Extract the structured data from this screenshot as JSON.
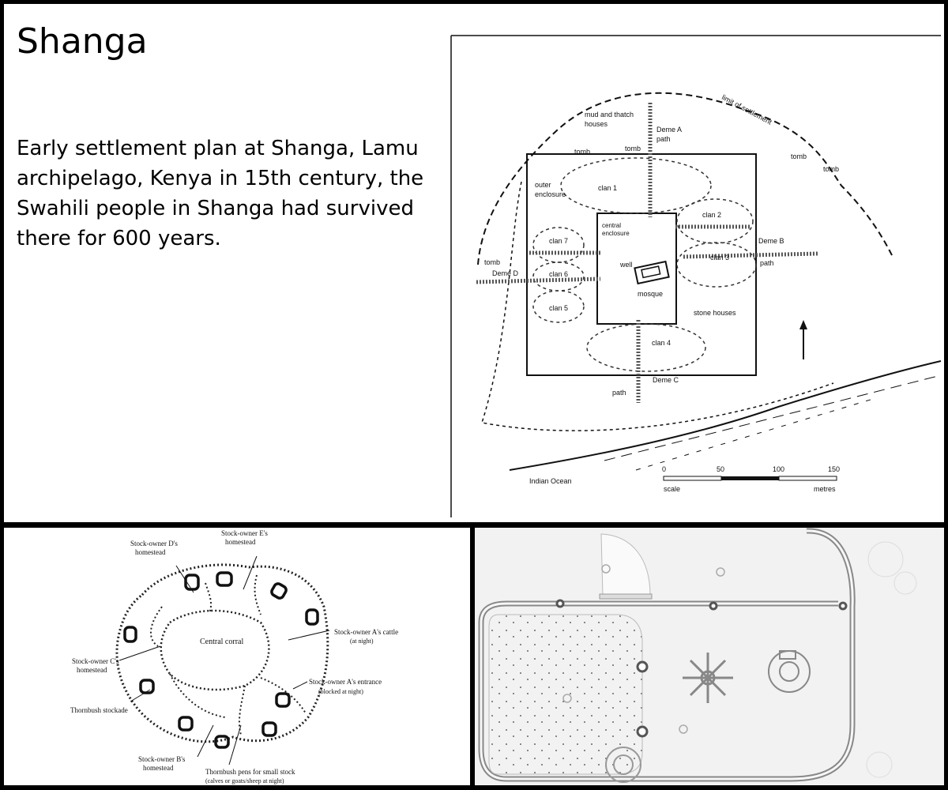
{
  "slide": {
    "title": "Shanga",
    "caption": "Early settlement plan at Shanga, Lamu archipelago, Kenya in 15th century, the Swahili people in Shanga had survived there for 600 years."
  },
  "plan": {
    "labels": {
      "limit": "limit of settlement",
      "mud_houses_1": "mud and thatch",
      "mud_houses_2": "houses",
      "deme_a_1": "Deme A",
      "deme_a_2": "path",
      "tomb_1": "tomb",
      "tomb_2": "tomb",
      "tomb_3": "tomb",
      "tomb_4": "tomb",
      "tomb_5": "tomb",
      "outer_1": "outer",
      "outer_2": "enclosure",
      "clan1": "clan 1",
      "clan2": "clan 2",
      "clan3": "clan 3",
      "clan4": "clan 4",
      "clan5": "clan 5",
      "clan6": "clan 6",
      "clan7": "clan 7",
      "central_1": "central",
      "central_2": "enclosure",
      "well": "well",
      "mosque": "mosque",
      "deme_b": "Deme B",
      "path_b": "path",
      "deme_d": "Deme D",
      "stone_houses": "stone houses",
      "deme_c": "Deme C",
      "path_c": "path",
      "ocean": "Indian Ocean",
      "scale_word": "scale",
      "metres": "metres"
    },
    "scale_ticks": [
      "0",
      "50",
      "100",
      "150"
    ]
  },
  "corral": {
    "labels": {
      "owner_d_1": "Stock-owner D's",
      "owner_d_2": "homestead",
      "owner_e_1": "Stock-owner E's",
      "owner_e_2": "homestead",
      "central": "Central corral",
      "owner_a_cattle_1": "Stock-owner A's cattle",
      "owner_a_cattle_2": "(at night)",
      "owner_c_1": "Stock-owner C's",
      "owner_c_2": "homestead",
      "owner_a_entrance_1": "Stock-owner A's entrance",
      "owner_a_entrance_2": "(blocked at night)",
      "stockade": "Thornbush stockade",
      "owner_b_1": "Stock-owner B's",
      "owner_b_2": "homestead",
      "pens_1": "Thornbush pens for small stock",
      "pens_2": "(calves or goats/sheep at night)"
    }
  }
}
